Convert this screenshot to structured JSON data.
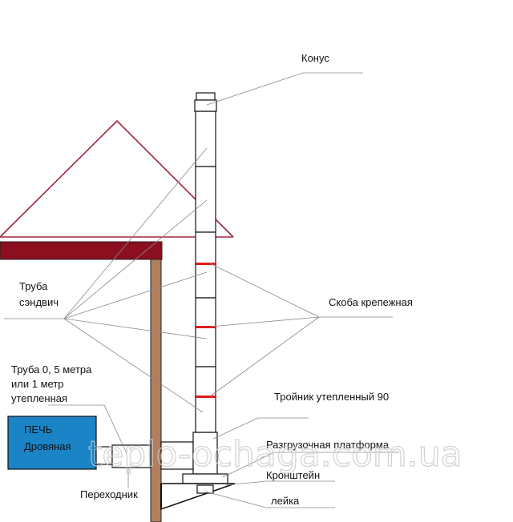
{
  "labels": {
    "cone": "Конус",
    "sandwich_pipe_line1": "Труба",
    "sandwich_pipe_line2": "сэндвич",
    "mount_clamp": "Скоба крепежная",
    "pipe_short_line1": "Труба 0, 5 метра",
    "pipe_short_line2": "или 1 метр",
    "pipe_short_line3": "утепленная",
    "tee": "Тройник утепленный 90",
    "stove_line1": "ПЕЧЬ",
    "stove_line2": "Дровяная",
    "unload_platform": "Разгрузочная платформа",
    "bracket": "Кронштейн",
    "adapter": "Переходник",
    "drip": "лейка"
  },
  "watermark": "teplo-ochaga.com.ua",
  "colors": {
    "roof_line": "#a0263a",
    "ceiling": "#8b0f1f",
    "wall": "#b27e5c",
    "stove": "#1a84c7",
    "clamp": "#e01b1b",
    "pipe": "#111111",
    "leader": "#8a8a8a"
  }
}
